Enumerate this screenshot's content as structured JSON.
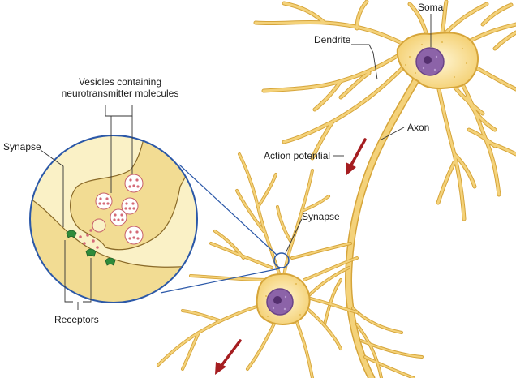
{
  "labels": {
    "soma": "Soma",
    "dendrite": "Dendrite",
    "vesicles_line1": "Vesicles containing",
    "vesicles_line2": "neurotransmitter molecules",
    "synapse_left": "Synapse",
    "axon": "Axon",
    "action_potential": "Action potential",
    "synapse_right": "Synapse",
    "receptors": "Receptors"
  },
  "colors": {
    "neuron_fill": "#f6d77e",
    "neuron_stroke": "#d8aa3a",
    "nucleus_fill": "#8c63a8",
    "nucleus_dark": "#55306f",
    "zoom_circle_fill": "#faf1c6",
    "zoom_circle_stroke": "#2b58a8",
    "terminal_fill": "#f2dc93",
    "vesicle_stroke": "#c65e6a",
    "receptor_green": "#2e8b3a",
    "arrow_red": "#a51d20",
    "leader_line": "#333333"
  },
  "icons": {
    "arrow_upper": "red-arrow-down-left",
    "arrow_lower": "red-arrow-down-left"
  }
}
